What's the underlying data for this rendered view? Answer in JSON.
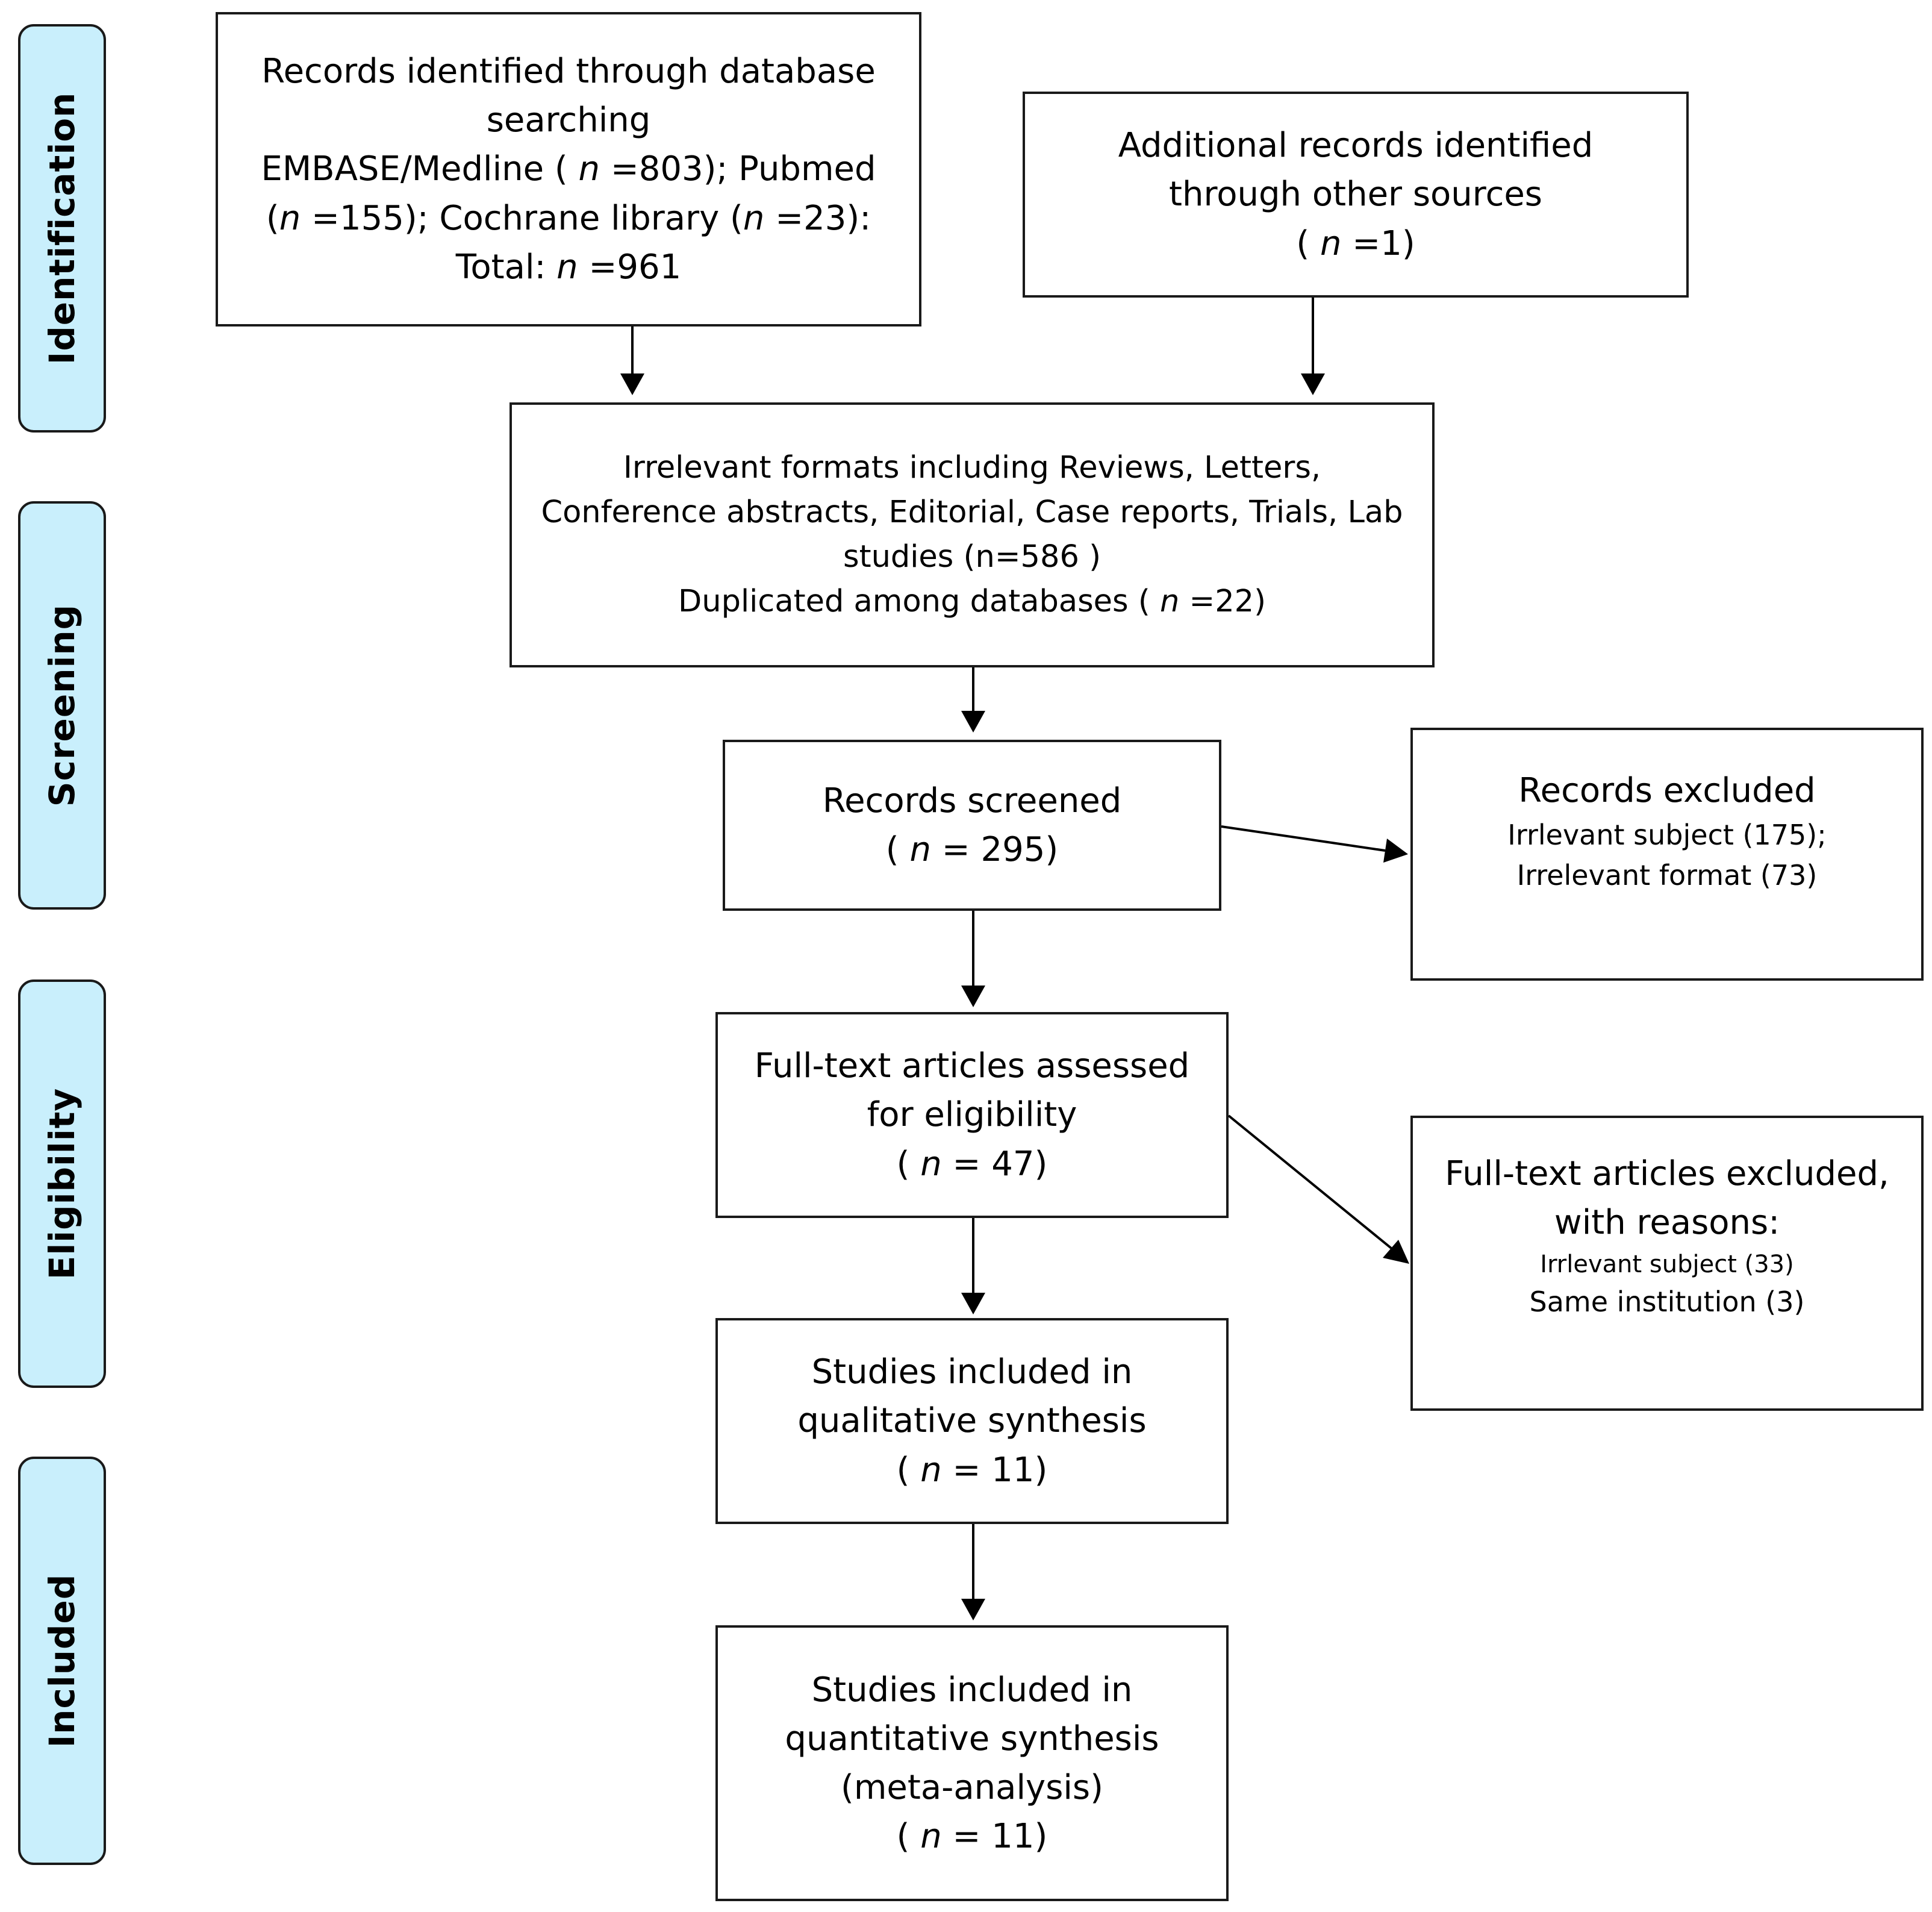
{
  "stages": {
    "identification": "Identification",
    "screening": "Screening",
    "eligibility": "Eligibility",
    "included": "Included"
  },
  "boxes": {
    "database": {
      "line1": "Records identified through database",
      "line2": "searching",
      "line3_a": "EMBASE/Medline ( ",
      "n": "n",
      "line3_b": " =803); Pubmed",
      "line4_a": "(",
      "line4_b": " =155); Cochrane library (",
      "line4_c": " =23):",
      "line5_a": "Total: ",
      "line5_b": " =961"
    },
    "additional": {
      "line1": "Additional records identified",
      "line2": "through other sources",
      "line3_a": "( ",
      "n": "n",
      "line3_b": " =1)"
    },
    "irrelevant": {
      "line1": "Irrelevant formats including Reviews, Letters,",
      "line2": "Conference abstracts, Editorial, Case reports, Trials, Lab",
      "line3": "studies (n=586 )",
      "line4_a": "Duplicated among databases ( ",
      "n": "n",
      "line4_b": " =22)"
    },
    "screened": {
      "line1": "Records screened",
      "line2_a": "( ",
      "n": "n",
      "line2_b": " = 295)"
    },
    "excluded": {
      "title": "Records excluded",
      "line1": "Irrlevant subject (175);",
      "line2": "Irrelevant format (73)"
    },
    "fulltext": {
      "line1": "Full-text articles assessed",
      "line2": "for eligibility",
      "line3_a": "( ",
      "n": "n",
      "line3_b": " = 47)"
    },
    "fulltext_excluded": {
      "line1": "Full-text articles excluded,",
      "line2": "with reasons:",
      "line3": "Irrlevant subject (33)",
      "line4": "Same institution (3)"
    },
    "qualitative": {
      "line1": "Studies included in",
      "line2": "qualitative synthesis",
      "line3_a": "( ",
      "n": "n",
      "line3_b": " = 11)"
    },
    "quantitative": {
      "line1": "Studies included in",
      "line2": "quantitative synthesis",
      "line3": "(meta-analysis)",
      "line4_a": "( ",
      "n": "n",
      "line4_b": " = 11)"
    }
  }
}
